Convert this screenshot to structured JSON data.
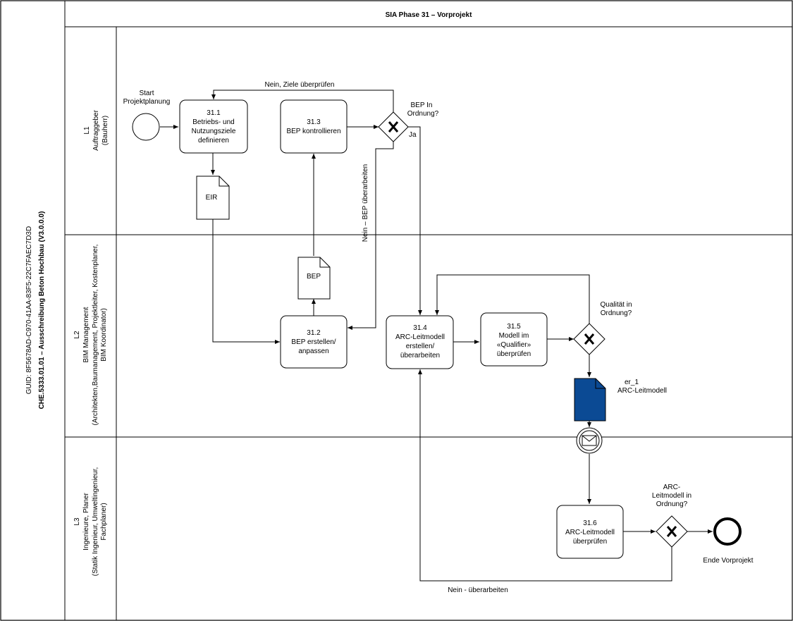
{
  "pool": {
    "guid_line": "GUID: 8F5678AD-C970-41AA-83F5-22C7FAEC7D3D",
    "title_line": "CHE.5333.01.01 – Ausschreibung Beton Hochbau (V3.0.0.0)",
    "phase_title": "SIA Phase 31 – Vorprojekt"
  },
  "lanes": [
    {
      "id": "L1",
      "lines": [
        "L1",
        "Auftraggeber",
        "(Bauherr)"
      ]
    },
    {
      "id": "L2",
      "lines": [
        "L2",
        "BIM Management",
        "(Architekten,Baumanagement, Projektleiter, Kostenplaner,",
        "BIM Koordinator)"
      ]
    },
    {
      "id": "L3",
      "lines": [
        "L3",
        "Ingenieure, Planer",
        "(Statik Ingenieur, Umweltingenieur,",
        "Fachplaner)"
      ]
    }
  ],
  "events": {
    "start": {
      "lines": [
        "Start",
        "Projektplanung"
      ]
    },
    "end": {
      "lines": [
        "Ende Vorprojekt"
      ]
    },
    "message": {
      "icon": "envelope-icon"
    }
  },
  "tasks": {
    "t31_1": [
      "31.1",
      "Betriebs- und",
      "Nutzungsziele",
      "definieren"
    ],
    "t31_2": [
      "31.2",
      "BEP erstellen/",
      "anpassen"
    ],
    "t31_3": [
      "31.3",
      "BEP kontrollieren"
    ],
    "t31_4": [
      "31.4",
      "ARC-Leitmodell",
      "erstellen/",
      "überarbeiten"
    ],
    "t31_5": [
      "31.5",
      "Modell im",
      "«Qualifier»",
      "überprüfen"
    ],
    "t31_6": [
      "31.6",
      "ARC-Leitmodell",
      "überprüfen"
    ]
  },
  "documents": {
    "eir": "EIR",
    "bep": "BEP",
    "arc": [
      "er_1",
      "ARC-Leitmodell"
    ]
  },
  "gateways": {
    "g1": [
      "BEP In",
      "Ordnung?"
    ],
    "g2": [
      "Qualität in",
      "Ordnung?"
    ],
    "g3": [
      "ARC-",
      "Leitmodell in",
      "Ordnung?"
    ]
  },
  "flow_labels": {
    "nein_ziele": "Nein, Ziele überprüfen",
    "ja": "Ja",
    "nein_bep": "Nein – BEP überarbeiten",
    "nein_ueberarbeiten": "Nein - überarbeiten"
  },
  "colors": {
    "data_object_fill": "#0b4a94",
    "line": "#000000"
  }
}
